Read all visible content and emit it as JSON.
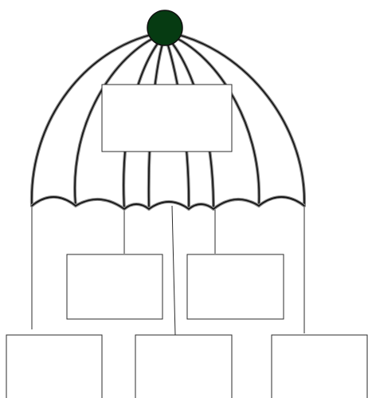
{
  "diagram": {
    "canopy_knob_color": "#063b12",
    "boxes": [
      {
        "id": "top",
        "label": ""
      },
      {
        "id": "mid-left",
        "label": ""
      },
      {
        "id": "mid-right",
        "label": ""
      },
      {
        "id": "bottom-left",
        "label": ""
      },
      {
        "id": "bottom-center",
        "label": ""
      },
      {
        "id": "bottom-right",
        "label": ""
      }
    ]
  }
}
